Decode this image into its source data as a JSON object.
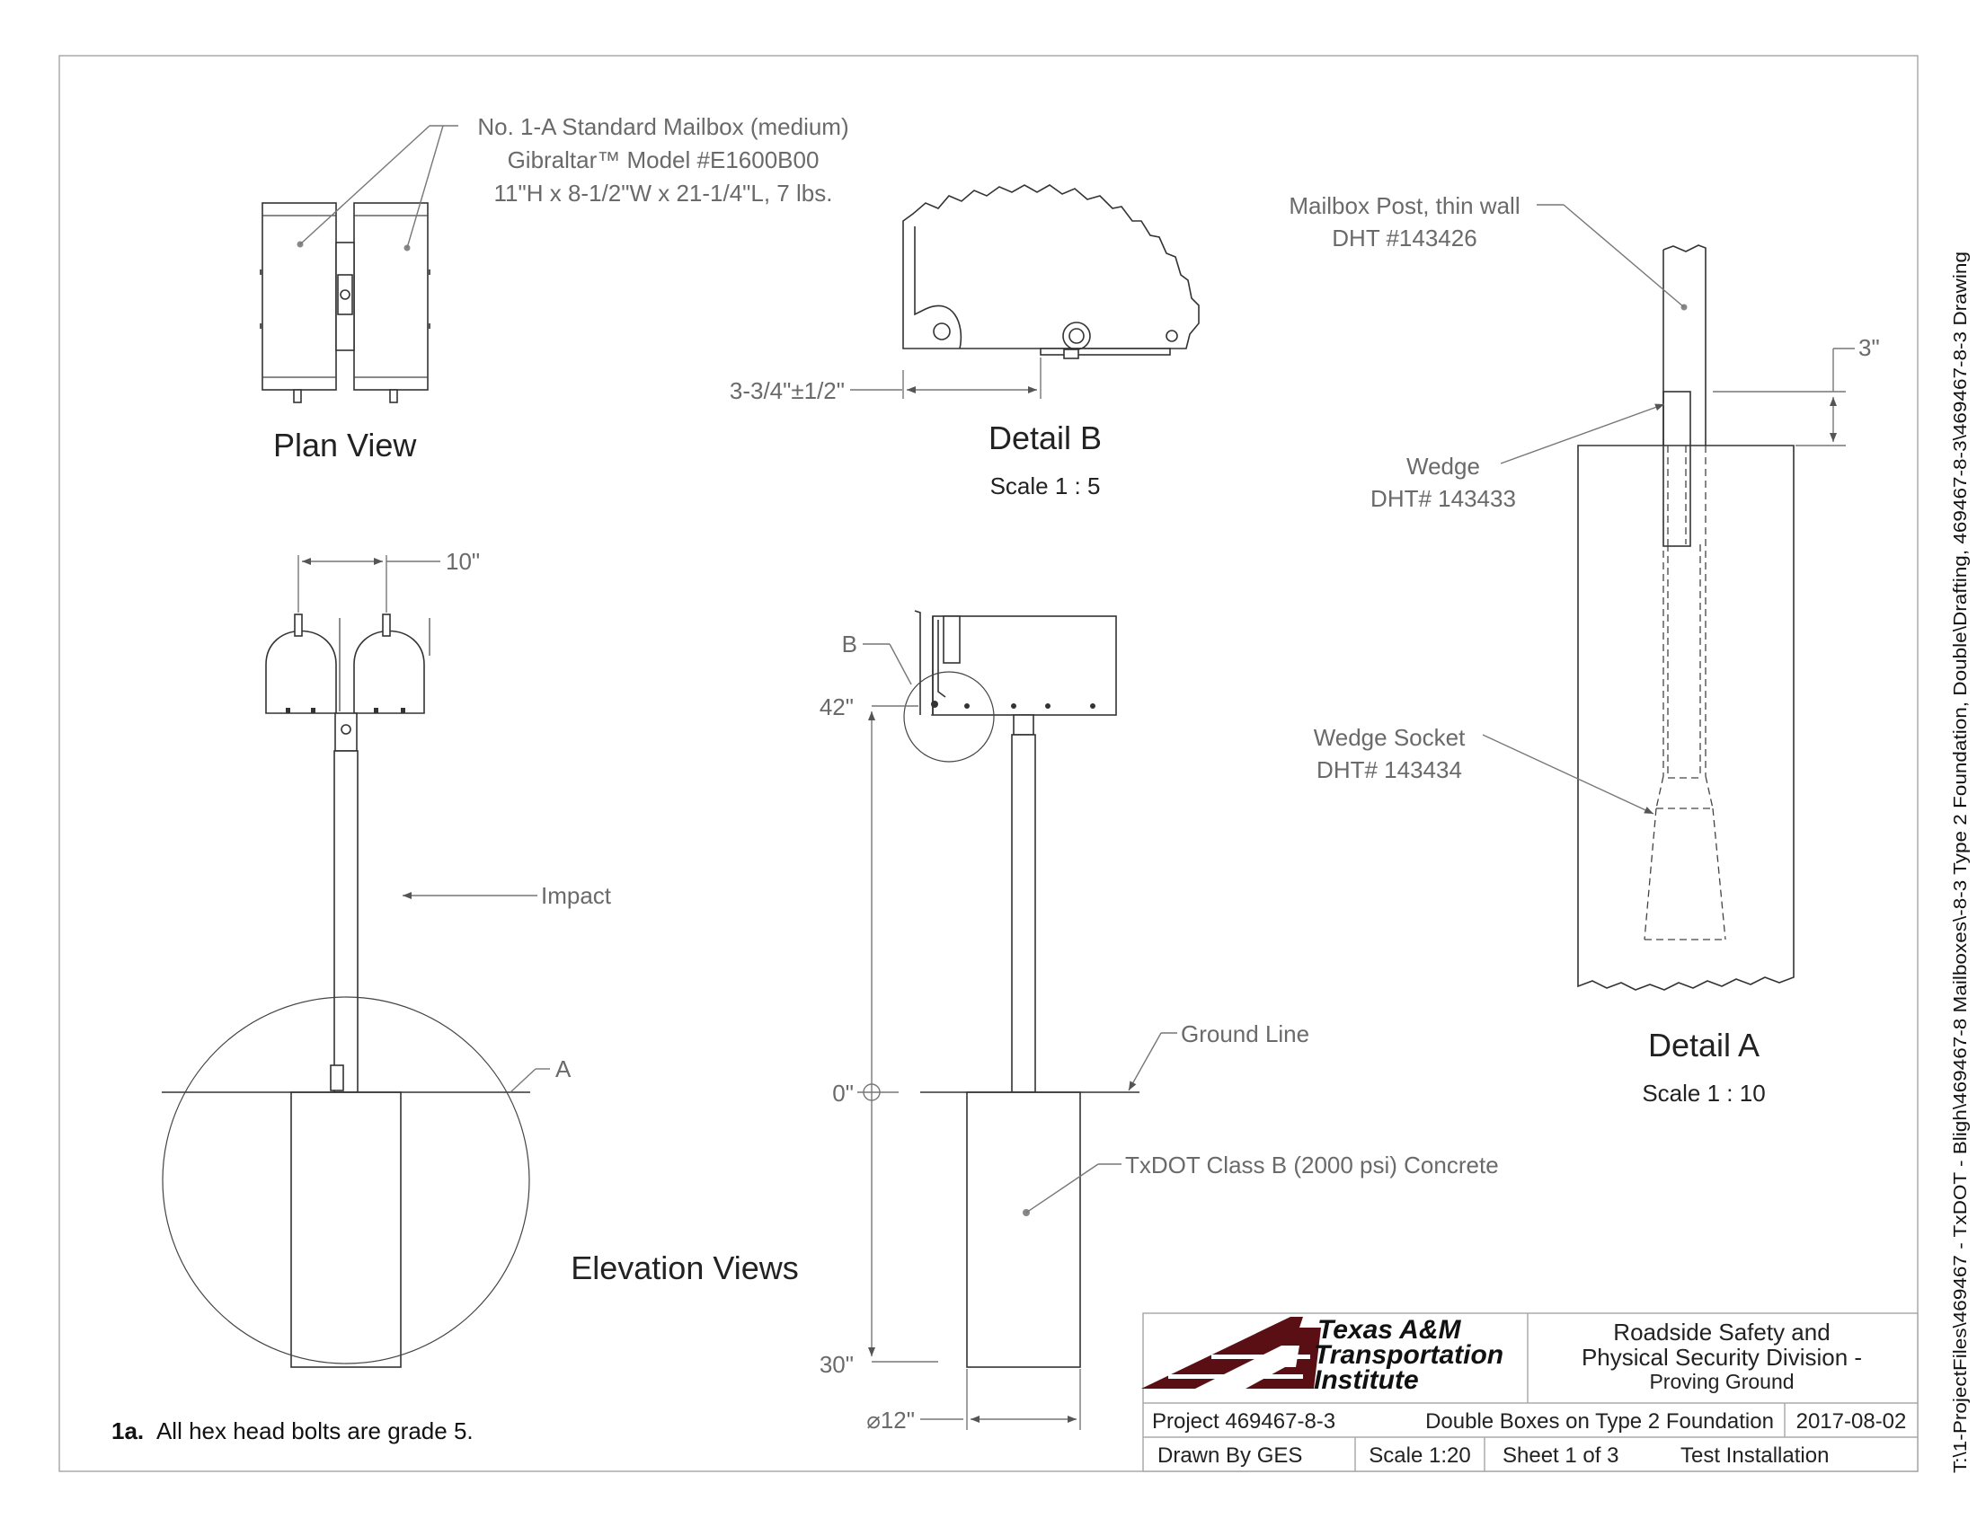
{
  "views": {
    "plan": {
      "title": "Plan View"
    },
    "detail_b": {
      "title": "Detail B",
      "scale": "Scale 1 : 5"
    },
    "detail_a": {
      "title": "Detail A",
      "scale": "Scale 1 : 10"
    },
    "elevation": {
      "title": "Elevation Views"
    }
  },
  "callouts": {
    "mailbox_line1": "No. 1-A Standard Mailbox (medium)",
    "mailbox_line2": "Gibraltar™ Model #E1600B00",
    "mailbox_line3": "11\"H x 8-1/2\"W x 21-1/4\"L, 7 lbs.",
    "post_line1": "Mailbox Post, thin wall",
    "post_line2": "DHT #143426",
    "wedge_line1": "Wedge",
    "wedge_line2": "DHT# 143433",
    "socket_line1": "Wedge Socket",
    "socket_line2": "DHT# 143434",
    "impact": "Impact",
    "ground_line": "Ground Line",
    "concrete": "TxDOT Class B (2000 psi) Concrete",
    "label_a": "A",
    "label_b": "B"
  },
  "dimensions": {
    "detail_b_offset": "3-3/4\"±1/2\"",
    "wedge_top": "3\"",
    "box_spacing": "10\"",
    "height_top": "42\"",
    "height_ground": "0\"",
    "depth": "30\"",
    "diameter_symbol": "⌀",
    "diameter": "12\""
  },
  "note": {
    "number": "1a.",
    "text": "All hex head bolts are grade 5."
  },
  "title_block": {
    "logo_line1": "Texas A&M",
    "logo_line2": "Transportation",
    "logo_line3": "Institute",
    "division_line1": "Roadside Safety and",
    "division_line2": "Physical Security Division -",
    "division_line3": "Proving Ground",
    "project": "Project  469467-8-3",
    "description": "Double Boxes on Type 2 Foundation",
    "date": "2017-08-02",
    "drawn_by": "Drawn By   GES",
    "scale": "Scale 1:20",
    "sheet": "Sheet   1 of 3",
    "status": "Test Installation",
    "logo_color": "#5a0f14"
  },
  "file_path": "T:\\1-ProjectFiles\\469467 - TxDOT - Bligh\\469467-8 Mailboxes\\-8-3 Type 2 Foundation, Double\\Drafting, 469467-8-3\\469467-8-3 Drawing"
}
